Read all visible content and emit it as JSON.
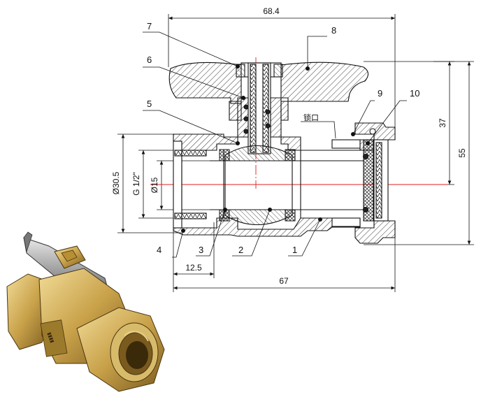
{
  "dimensions": {
    "overall_top": "68.4",
    "overall_bottom": "67",
    "thread_length": "12.5",
    "outer_diameter": "Ø30.5",
    "thread_size": "G 1/2\"",
    "bore": "Ø15",
    "handle_to_axis": "37",
    "total_height": "55"
  },
  "callouts": [
    "1",
    "2",
    "3",
    "4",
    "5",
    "6",
    "7",
    "8",
    "9",
    "10"
  ],
  "lock_label": "锁口",
  "colors": {
    "line": "#111111",
    "centerline": "#e02020",
    "hatch": "#111111",
    "brass": "#c9a24a"
  }
}
